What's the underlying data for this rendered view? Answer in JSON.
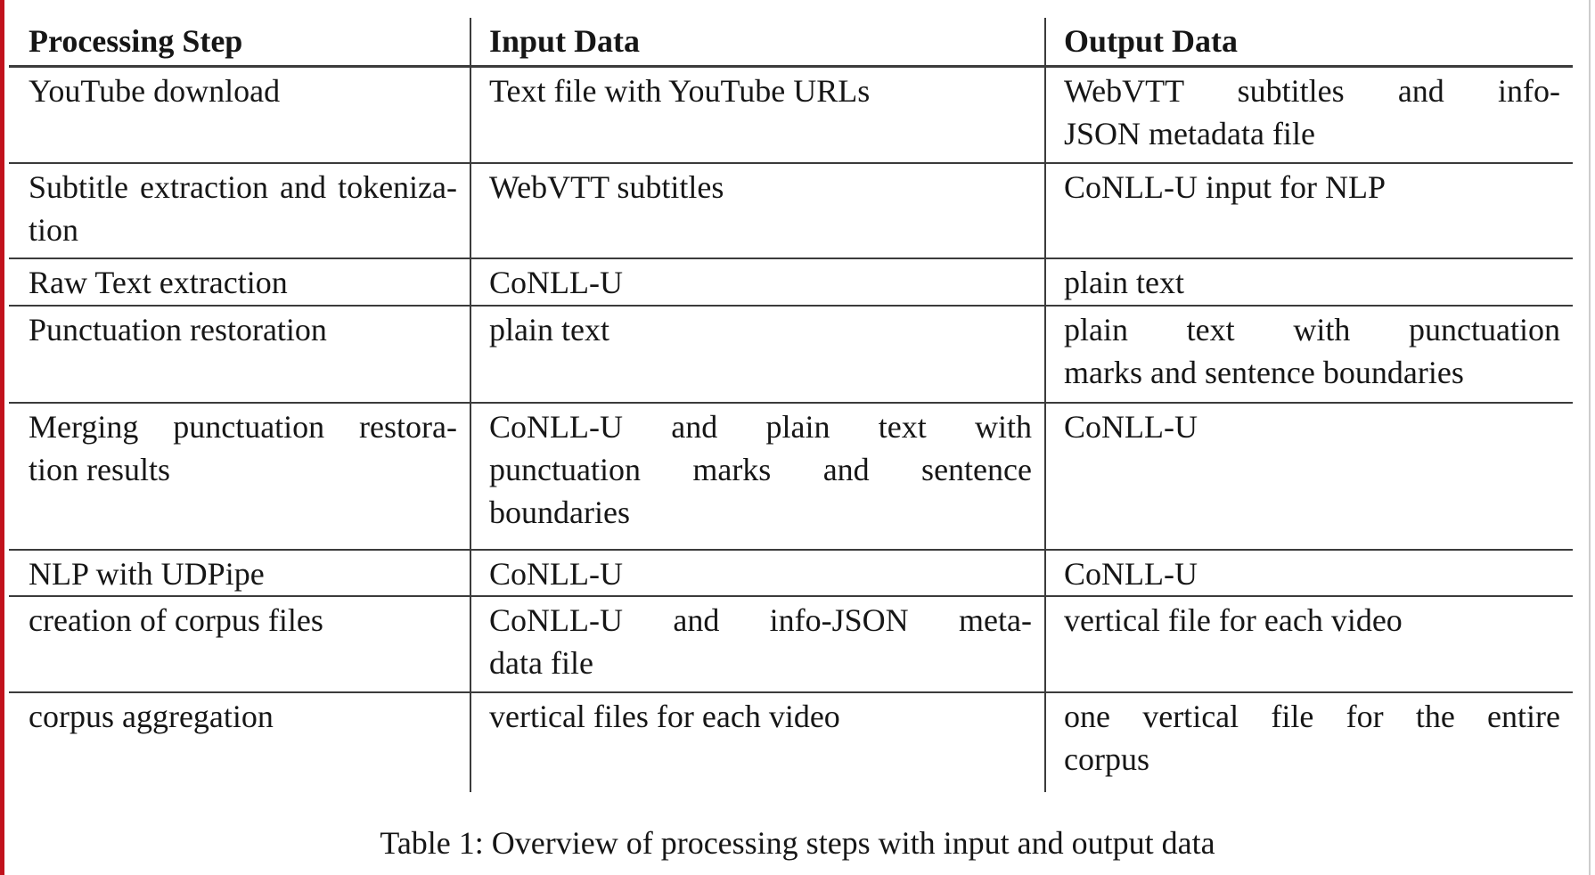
{
  "page": {
    "background_color": "#ffffff",
    "left_edge_accent_color": "#c1121c",
    "right_edge_line_color": "#cdcdcd",
    "rule_color": "#3b3b3b",
    "text_color": "#161616"
  },
  "table": {
    "columns": [
      {
        "label": "Processing Step"
      },
      {
        "label": "Input Data"
      },
      {
        "label": "Output Data"
      }
    ],
    "rows": [
      {
        "step": "YouTube download",
        "input": "Text file with YouTube URLs",
        "output": "WebVTT subtitles and info-\nJSON metadata file"
      },
      {
        "step": "Subtitle extraction and tokeniza-\ntion",
        "input": "WebVTT subtitles",
        "output": "CoNLL-U input for NLP"
      },
      {
        "step": "Raw Text extraction",
        "input": "CoNLL-U",
        "output": "plain text"
      },
      {
        "step": "Punctuation restoration",
        "input": "plain text",
        "output": "plain text with punctuation\nmarks and sentence boundaries"
      },
      {
        "step": "Merging punctuation restora-\ntion results",
        "input": "CoNLL-U and plain text with\npunctuation marks and sentence\nboundaries",
        "output": "CoNLL-U"
      },
      {
        "step": "NLP with UDPipe",
        "input": "CoNLL-U",
        "output": "CoNLL-U"
      },
      {
        "step": "creation of corpus files",
        "input": "CoNLL-U and info-JSON meta-\ndata file",
        "output": "vertical file for each video"
      },
      {
        "step": "corpus aggregation",
        "input": "vertical files for each video",
        "output": "one vertical file for the entire\ncorpus"
      }
    ],
    "caption": "Table 1: Overview of processing steps with input and output data"
  }
}
